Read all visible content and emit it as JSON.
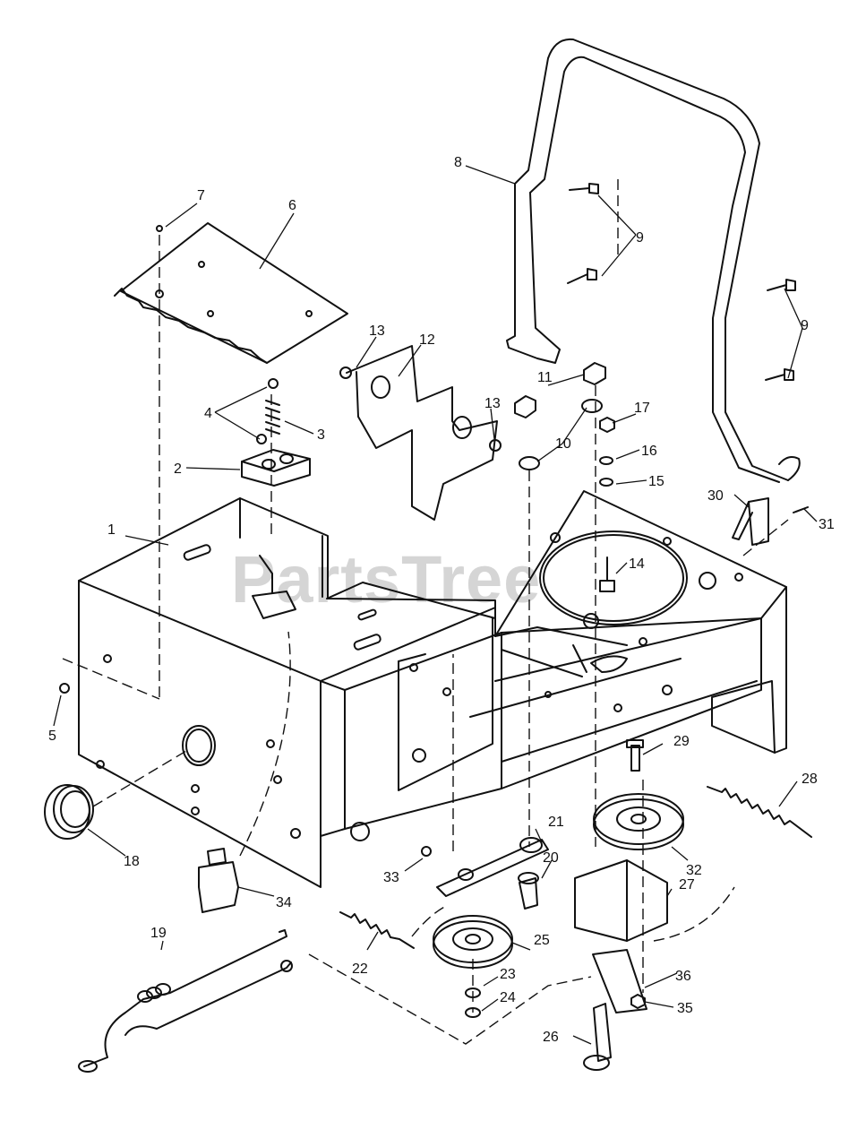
{
  "watermark": "PartsTree",
  "parts": [
    {
      "label": "1"
    },
    {
      "label": "2"
    },
    {
      "label": "3"
    },
    {
      "label": "4"
    },
    {
      "label": "5"
    },
    {
      "label": "6"
    },
    {
      "label": "7"
    },
    {
      "label": "8"
    },
    {
      "label": "9"
    },
    {
      "label": "9"
    },
    {
      "label": "10"
    },
    {
      "label": "11"
    },
    {
      "label": "12"
    },
    {
      "label": "13"
    },
    {
      "label": "13"
    },
    {
      "label": "14"
    },
    {
      "label": "15"
    },
    {
      "label": "16"
    },
    {
      "label": "17"
    },
    {
      "label": "18"
    },
    {
      "label": "19"
    },
    {
      "label": "20"
    },
    {
      "label": "21"
    },
    {
      "label": "22"
    },
    {
      "label": "23"
    },
    {
      "label": "24"
    },
    {
      "label": "25"
    },
    {
      "label": "26"
    },
    {
      "label": "27"
    },
    {
      "label": "28"
    },
    {
      "label": "29"
    },
    {
      "label": "30"
    },
    {
      "label": "31"
    },
    {
      "label": "32"
    },
    {
      "label": "33"
    },
    {
      "label": "34"
    },
    {
      "label": "35"
    },
    {
      "label": "36"
    }
  ]
}
